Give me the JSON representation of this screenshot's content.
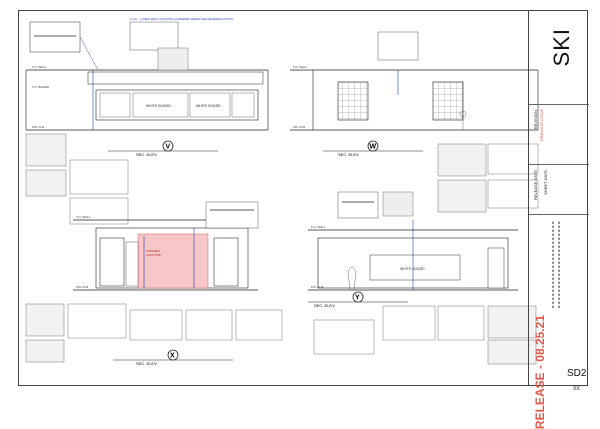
{
  "title_block": {
    "logo": "SKI",
    "release": "RELEASE - 08.25.21",
    "revision_label": "REVISION:",
    "revision_value": "DRAWING ISSUE",
    "release_date_label": "RELEASE DATE:",
    "sheet_date_label": "SHEET DATE:",
    "sheet_number": "SD2",
    "sheet_of": "XX"
  },
  "elevations": [
    {
      "marker": "V",
      "label": "SEC. ELEV."
    },
    {
      "marker": "W",
      "label": "SEC. ELEV."
    },
    {
      "marker": "X",
      "label": "SEC. ELEV."
    },
    {
      "marker": "Y",
      "label": "SEC. ELEV."
    }
  ],
  "whiteboards": {
    "board_text": "WHITE BOARD",
    "board_side": "TACKBOARD"
  },
  "callouts": {
    "hardware_note": "4' H.C. - LOWER SMALL MOUNTING HARDWARE NEEDED SEE REFERENCE PHOTO"
  },
  "colors": {
    "accent": "#e4584a",
    "note_text": "#1f3fb8",
    "highlight": "#f7c6c6"
  }
}
